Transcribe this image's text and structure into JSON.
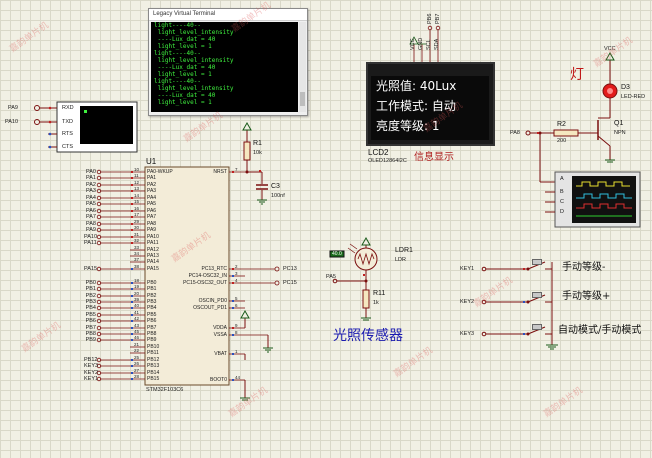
{
  "terminal": {
    "title": "Legacy Virtual Terminal",
    "lines": [
      "light----40--",
      " light_level_intensity",
      " ----Lux_dat = 40",
      " light_level = 1",
      "light----40--",
      " light_level_intensity",
      " ----Lux_dat = 40",
      " light_level = 1",
      "light----40--",
      " light_level_intensity",
      " ----Lux_dat = 40",
      " light_level = 1"
    ]
  },
  "lcd": {
    "ref": "LCD2",
    "model": "OLED12864I2C",
    "caption": "信息显示",
    "rows": [
      "光照值: 40Lux",
      "工作模式: 自动",
      "亮度等级: 1"
    ],
    "pins": [
      "VCC",
      "GND",
      "SCL",
      "SDA"
    ],
    "top_pins": [
      "PB6",
      "PB7"
    ]
  },
  "mcu": {
    "ref": "U1",
    "model": "STM32F103C6",
    "left_pins": [
      {
        "name": "PA0-WKUP",
        "num": "10",
        "net": "PA0"
      },
      {
        "name": "PA1",
        "num": "11",
        "net": "PA1"
      },
      {
        "name": "PA2",
        "num": "12",
        "net": "PA2"
      },
      {
        "name": "PA3",
        "num": "13",
        "net": "PA3"
      },
      {
        "name": "PA4",
        "num": "14",
        "net": "PA4"
      },
      {
        "name": "PA5",
        "num": "15",
        "net": "PA5"
      },
      {
        "name": "PA6",
        "num": "16",
        "net": "PA6"
      },
      {
        "name": "PA7",
        "num": "17",
        "net": "PA7"
      },
      {
        "name": "PA8",
        "num": "29",
        "net": "PA8"
      },
      {
        "name": "PA9",
        "num": "30",
        "net": "PA9"
      },
      {
        "name": "PA10",
        "num": "31",
        "net": "PA10"
      },
      {
        "name": "PA11",
        "num": "32",
        "net": "PA11"
      },
      {
        "name": "PA12",
        "num": "33",
        "net": ""
      },
      {
        "name": "PA13",
        "num": "34",
        "net": ""
      },
      {
        "name": "PA14",
        "num": "37",
        "net": ""
      },
      {
        "name": "PA15",
        "num": "38",
        "net": "PA15"
      },
      {
        "name": "PB0",
        "num": "18",
        "net": "PB0"
      },
      {
        "name": "PB1",
        "num": "19",
        "net": "PB1"
      },
      {
        "name": "PB2",
        "num": "20",
        "net": "PB2"
      },
      {
        "name": "PB3",
        "num": "39",
        "net": "PB3"
      },
      {
        "name": "PB4",
        "num": "40",
        "net": "PB4"
      },
      {
        "name": "PB5",
        "num": "41",
        "net": "PB5"
      },
      {
        "name": "PB6",
        "num": "42",
        "net": "PB6"
      },
      {
        "name": "PB7",
        "num": "43",
        "net": "PB7"
      },
      {
        "name": "PB8",
        "num": "45",
        "net": "PB8"
      },
      {
        "name": "PB9",
        "num": "46",
        "net": "PB9"
      },
      {
        "name": "PB10",
        "num": "21",
        "net": ""
      },
      {
        "name": "PB11",
        "num": "22",
        "net": ""
      },
      {
        "name": "PB12",
        "num": "25",
        "net": "PB12"
      },
      {
        "name": "PB13",
        "num": "26",
        "net": "KEY3"
      },
      {
        "name": "PB14",
        "num": "27",
        "net": "KEY2"
      },
      {
        "name": "PB15",
        "num": "28",
        "net": "KEY1"
      }
    ],
    "right_pins": [
      {
        "name": "NRST",
        "num": "7"
      },
      {
        "name": "PC13_RTC",
        "num": "2",
        "net": "PC13"
      },
      {
        "name": "PC14-OSC32_IN",
        "num": "3"
      },
      {
        "name": "PC15-OSC32_OUT",
        "num": "4",
        "net": "PC15"
      },
      {
        "name": "OSCIN_PD0",
        "num": "5"
      },
      {
        "name": "OSCOUT_PD1",
        "num": "6"
      },
      {
        "name": "VDDA",
        "num": "9"
      },
      {
        "name": "VSSA",
        "num": "8"
      },
      {
        "name": "VBAT",
        "num": "1"
      },
      {
        "name": "BOOT0",
        "num": "44"
      }
    ]
  },
  "components": {
    "r1": {
      "ref": "R1",
      "value": "10k"
    },
    "c3": {
      "ref": "C3",
      "value": "100nf"
    },
    "r2": {
      "ref": "R2",
      "value": "200"
    },
    "q1": {
      "ref": "Q1",
      "value": "NPN"
    },
    "d3": {
      "ref": "D3",
      "value": "LED-RED",
      "vcc": "VCC"
    },
    "ldr": {
      "ref": "LDR1",
      "value": "LDR",
      "reading": "40.0",
      "net": "PA5"
    },
    "r11": {
      "ref": "R11",
      "value": "1k"
    },
    "pa8_net": "PA8",
    "scope_labels": [
      "A",
      "B",
      "C",
      "D"
    ]
  },
  "uart": {
    "pins": [
      "RXD",
      "TXD",
      "RTS",
      "CTS"
    ],
    "nets": [
      "PA9",
      "PA10"
    ]
  },
  "keys": {
    "nets": [
      "KEY1",
      "KEY2",
      "KEY3"
    ]
  },
  "cn_labels": {
    "lamp": "灯",
    "sensor": "光照传感器",
    "key1": "手动等级-",
    "key2": "手动等级+",
    "key3": "自动模式/手动模式"
  },
  "watermark": "嘉韵单片机",
  "colors": {
    "wire": "#7a0f0f",
    "ground": "#1a5a1a",
    "pin_blue": "#2850c0",
    "pin_red": "#c02020",
    "chip_fill": "#f3ecd8",
    "led_red": "#e21b1b"
  }
}
